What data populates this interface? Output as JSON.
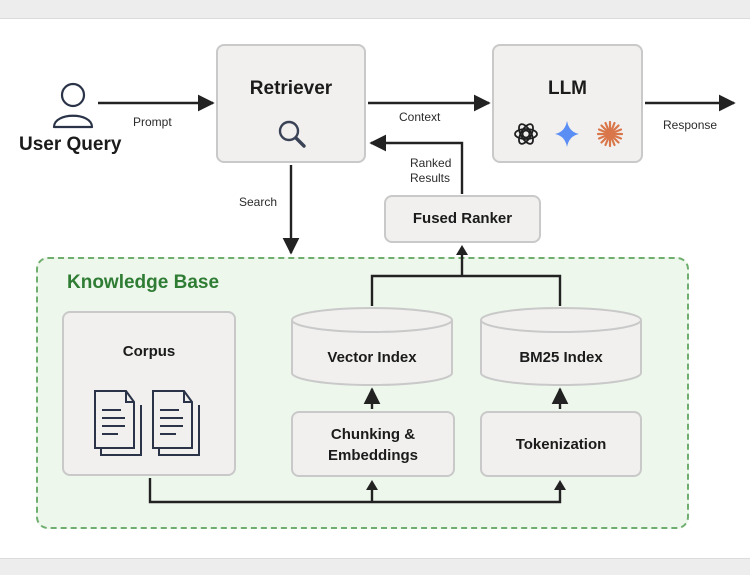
{
  "user_query": {
    "label": "User Query"
  },
  "edges": {
    "prompt": "Prompt",
    "context": "Context",
    "response": "Response",
    "search": "Search",
    "ranked_results": [
      "Ranked",
      "Results"
    ]
  },
  "retriever": {
    "title": "Retriever",
    "icon": "magnifier-icon"
  },
  "llm": {
    "title": "LLM",
    "icons": [
      "openai-logo-icon",
      "gemini-star-icon",
      "claude-burst-icon"
    ]
  },
  "fused_ranker": {
    "title": "Fused Ranker"
  },
  "knowledge_base": {
    "title": "Knowledge Base",
    "corpus": {
      "title": "Corpus",
      "icon": "documents-icon"
    },
    "vector_index": {
      "title": "Vector Index"
    },
    "bm25_index": {
      "title": "BM25 Index"
    },
    "chunking": {
      "title_line1": "Chunking &",
      "title_line2": "Embeddings"
    },
    "tokenization": {
      "title": "Tokenization"
    }
  },
  "colors": {
    "box_fill": "#f1f0ee",
    "box_border": "#c9c9c9",
    "arrow": "#222222",
    "kb_fill": "#edf7ec",
    "kb_border": "#6fae6f",
    "kb_title": "#2f7d34",
    "gemini": "#5b8ef5",
    "claude": "#d9774b"
  }
}
